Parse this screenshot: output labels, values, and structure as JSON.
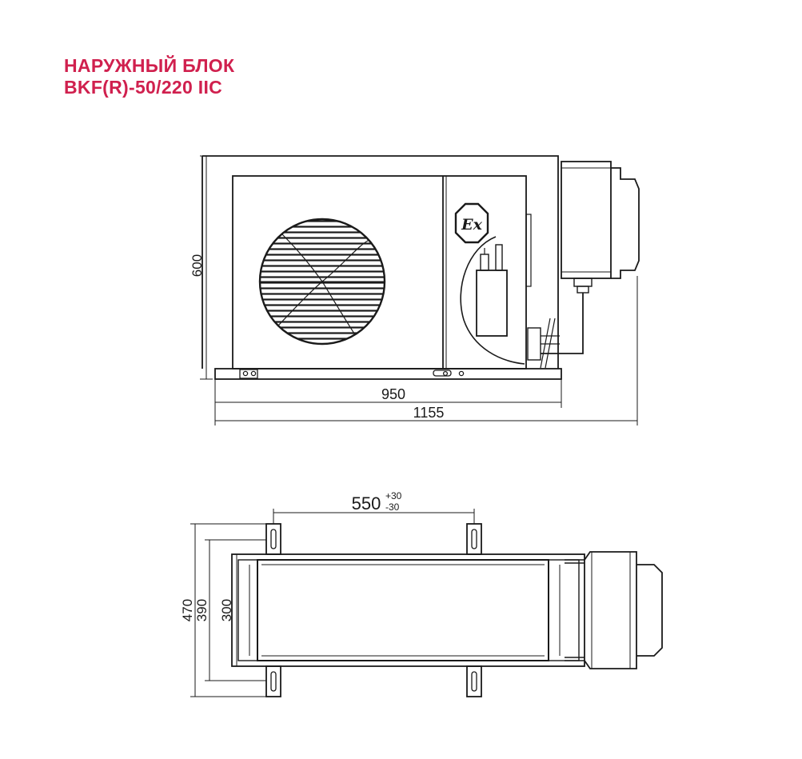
{
  "title": {
    "line1": "НАРУЖНЫЙ БЛОК",
    "line2": "BKF(R)-50/220 IIC",
    "color": "#d0204e"
  },
  "front_view": {
    "height": "600",
    "width_body": "950",
    "width_total": "1155",
    "ex_mark": "Ex"
  },
  "top_view": {
    "spacing": "550",
    "tol_plus": "+30",
    "tol_minus": "-30",
    "depth_outer": "470",
    "depth_mid": "390",
    "depth_inner": "300"
  },
  "line_color": "#1a1a1a"
}
